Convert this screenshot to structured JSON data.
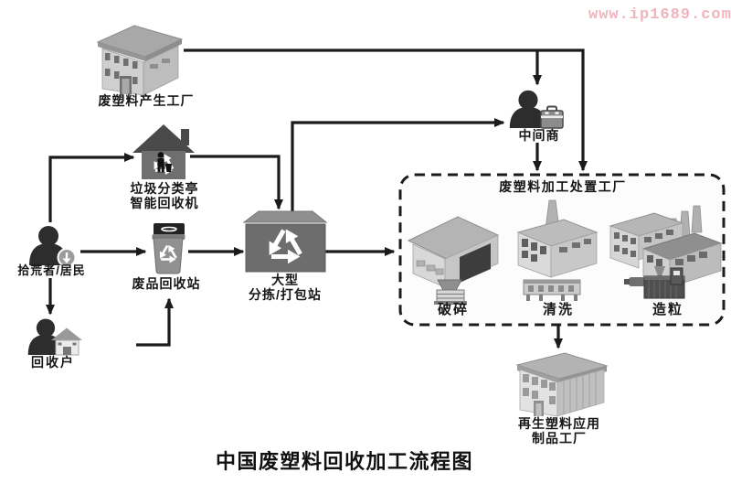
{
  "watermark": "www.ip1689.com",
  "title": "中国废塑料回收加工流程图",
  "nodes": {
    "source_factory": {
      "label": "废塑料产生工厂"
    },
    "smart_kiosk": {
      "label_line1": "垃圾分类亭",
      "label_line2": "智能回收机"
    },
    "scavenger": {
      "label": "拾荒者/居民"
    },
    "recycle_household": {
      "label": "回收户"
    },
    "waste_station": {
      "label": "废品回收站"
    },
    "sorting_station": {
      "label_line1": "大型",
      "label_line2": "分拣/打包站"
    },
    "middleman": {
      "label": "中间商"
    },
    "processing_plant": {
      "label": "废塑料加工处置工厂",
      "machines": [
        {
          "label": "破碎"
        },
        {
          "label": "清洗"
        },
        {
          "label": "造粒"
        }
      ]
    },
    "product_factory": {
      "label_line1": "再生塑料应用",
      "label_line2": "制品工厂"
    }
  },
  "colors": {
    "background": "#ffffff",
    "arrow": "#1b1b1b",
    "watermark_pink": "#f1b3bd",
    "icon_dark": "#2d2d2d",
    "icon_gray": "#8f8f8f",
    "dashed_border": "#1b1b1b"
  }
}
